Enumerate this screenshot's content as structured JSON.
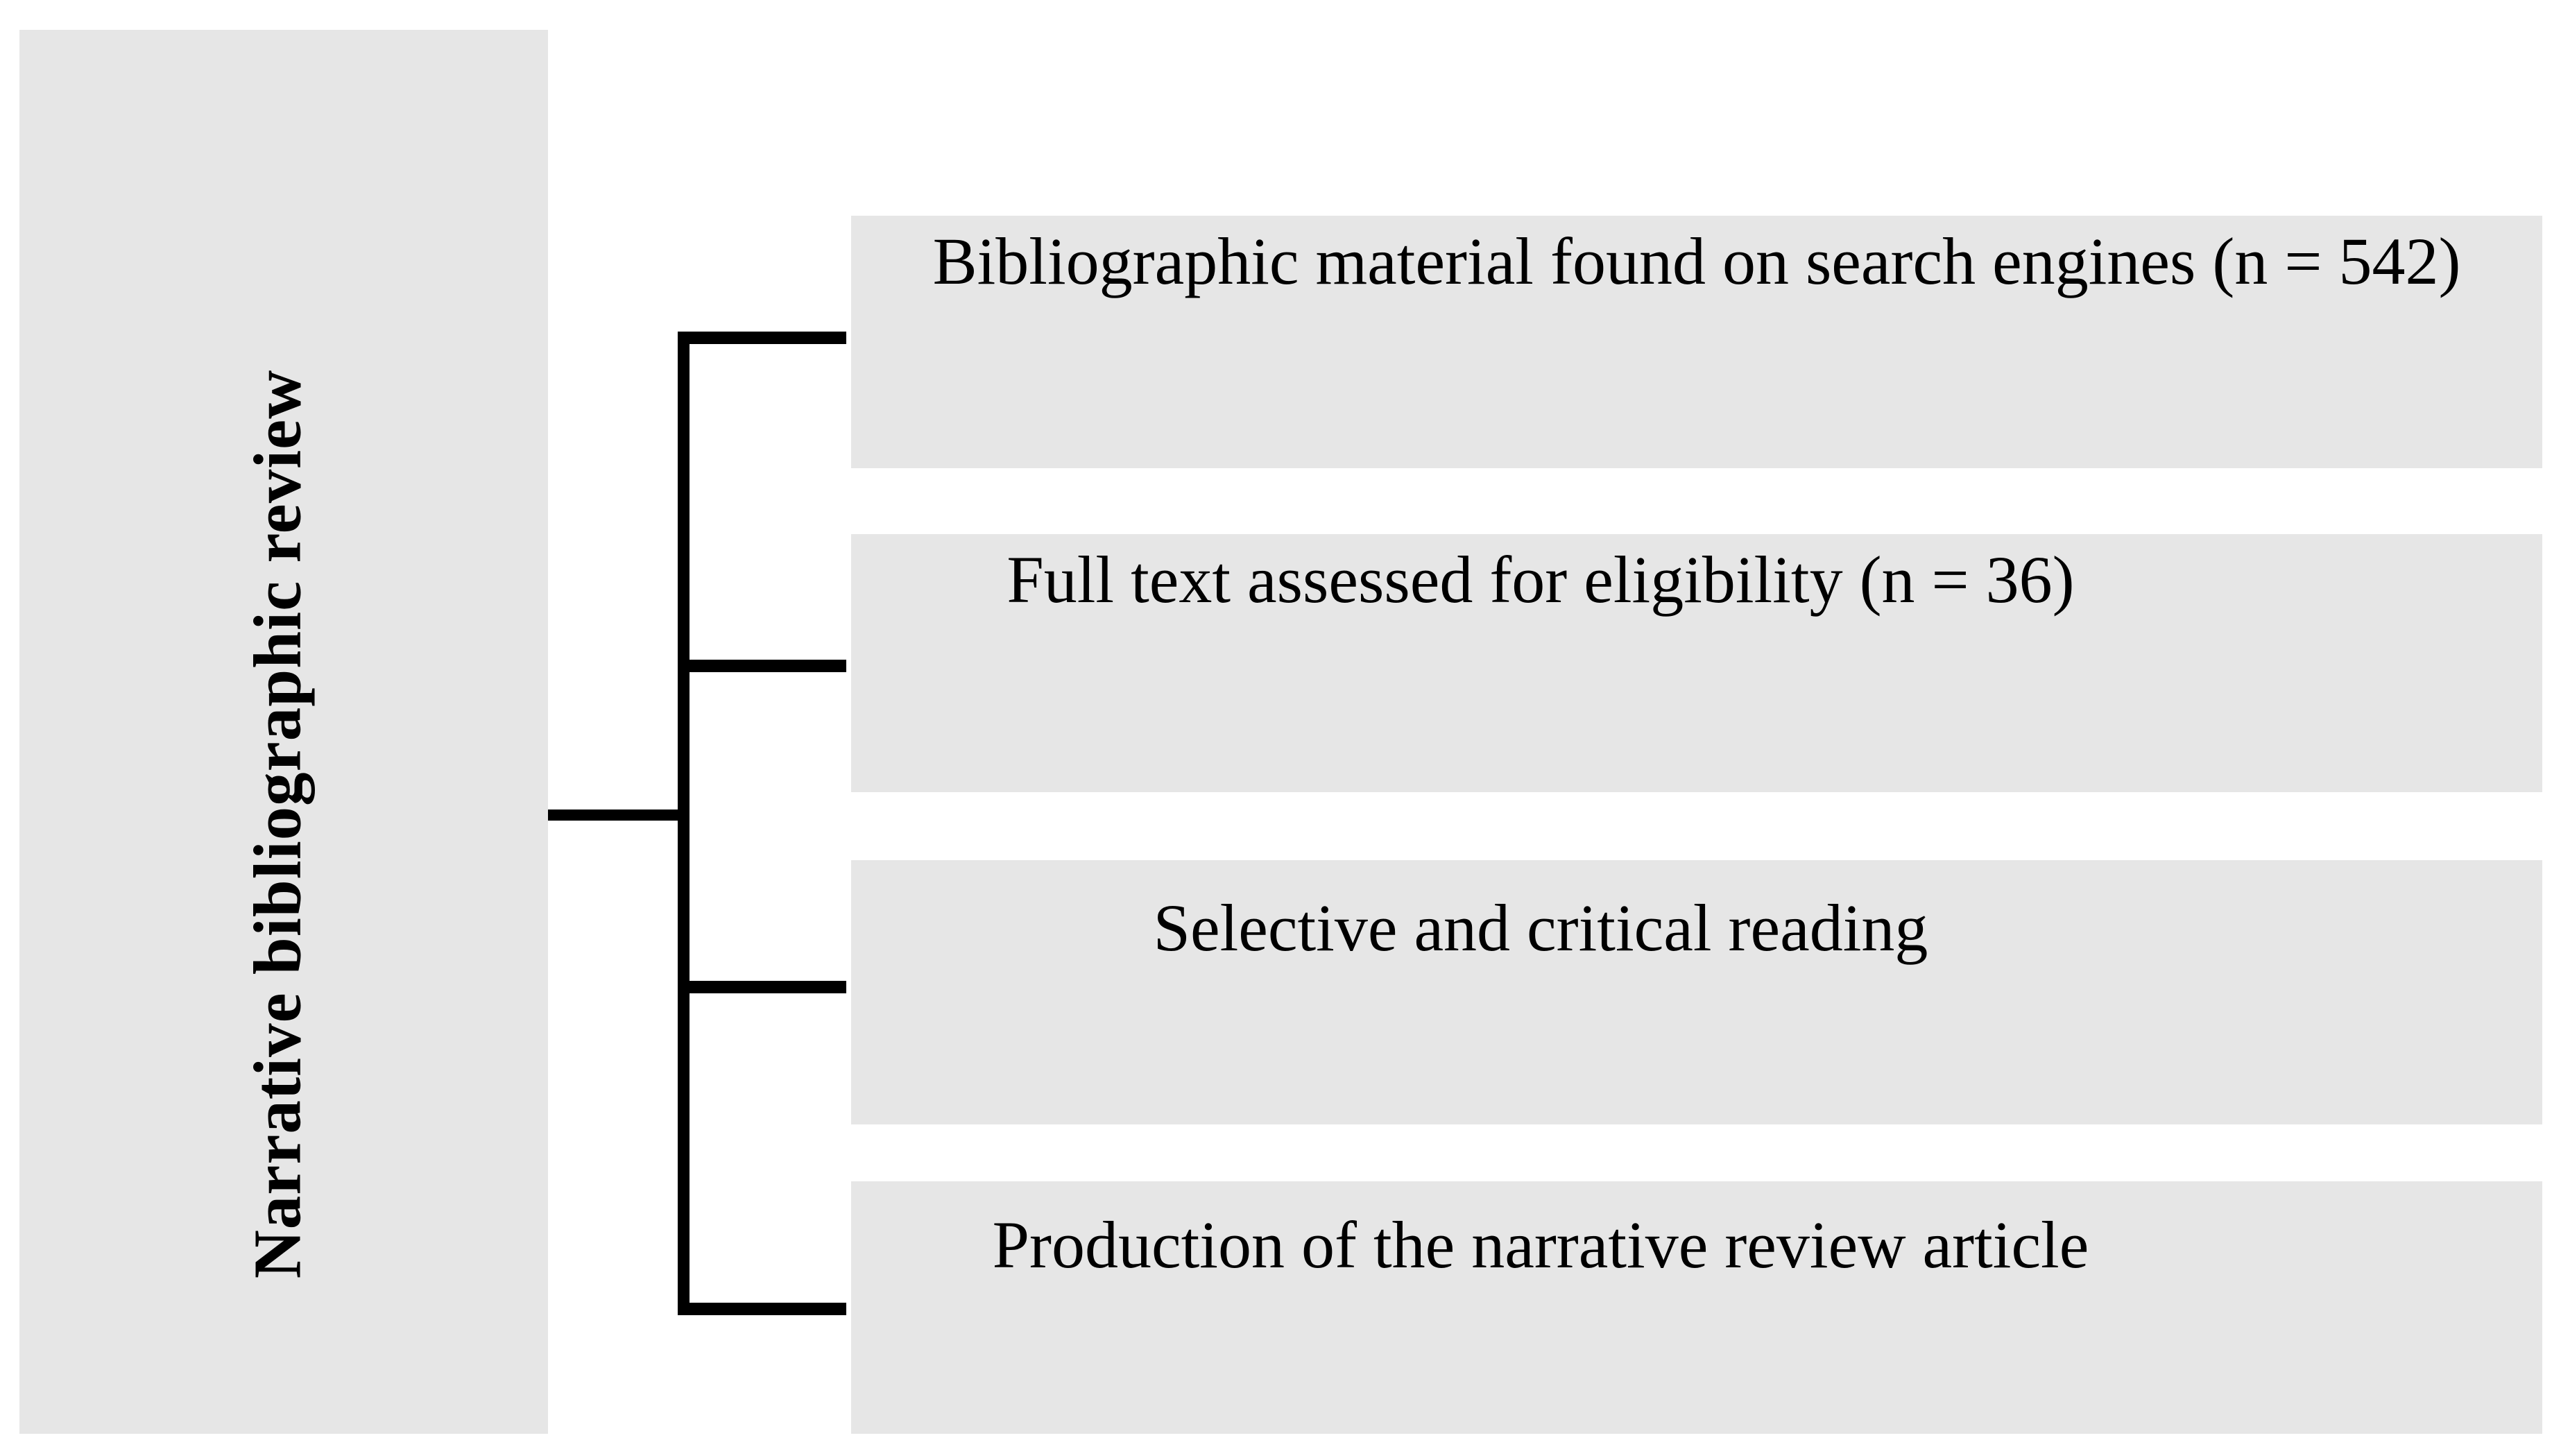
{
  "diagram": {
    "type": "flow-diagram",
    "side_label": "Narrative bibliographic review",
    "steps": [
      {
        "label": "Bibliographic material found on search engines (n = 542)"
      },
      {
        "label": "Full text assessed for eligibility (n = 36)"
      },
      {
        "label": "Selective and critical reading"
      },
      {
        "label": "Production of the narrative review article"
      }
    ],
    "counts": {
      "found_on_search_engines": 542,
      "full_text_assessed": 36
    },
    "colors": {
      "box_background": "#e6e6e6",
      "connector_line": "#000000",
      "text": "#000000",
      "page_background": "#ffffff"
    }
  }
}
